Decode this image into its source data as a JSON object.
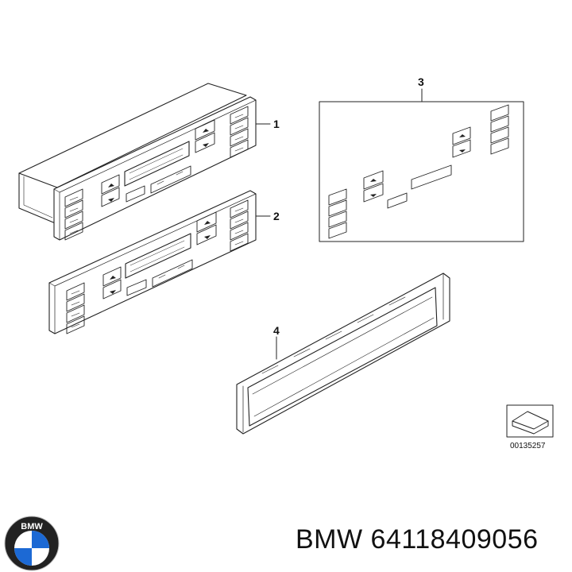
{
  "diagram": {
    "callouts": [
      "1",
      "2",
      "3",
      "4"
    ],
    "reference_number": "00135257"
  },
  "caption": "BMW 64118409056",
  "logo": {
    "name": "bmw-roundel-logo",
    "text": "BMW",
    "colors": {
      "blue": "#1c69d4",
      "ring": "#222222",
      "white": "#ffffff"
    }
  }
}
